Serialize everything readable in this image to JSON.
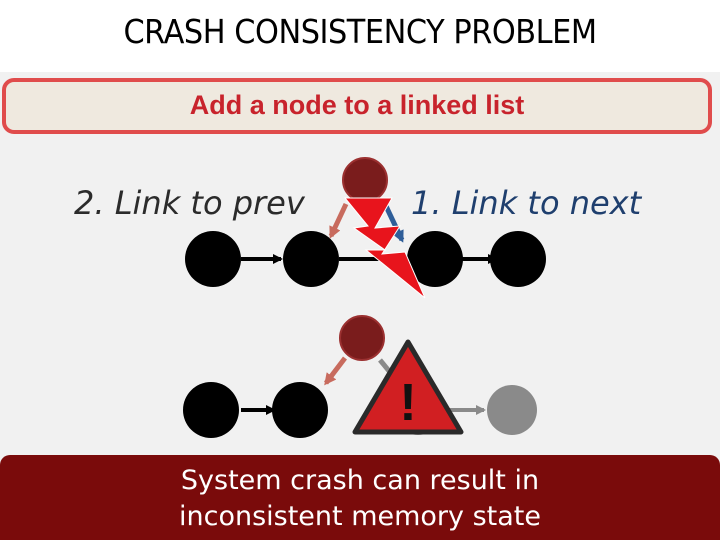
{
  "title": "CRASH CONSISTENCY PROBLEM",
  "subtitle": "Add a node to a linked list",
  "steps": {
    "link_prev": "2. Link to prev",
    "link_next": "1. Link to next"
  },
  "warning_symbol": "!",
  "footer": {
    "line1": "System crash can result in",
    "line2": "inconsistent memory state"
  },
  "colors": {
    "accent_red": "#e04c4c",
    "lightning_red": "#e8141c",
    "new_node": "#7a1c1c",
    "node_black": "#000000",
    "node_gray": "#8a8a8a",
    "prev_link": "#c86b5e",
    "next_link": "#2f5e99",
    "footer_bg": "#7a0b0b"
  },
  "icons": [
    "lightning-icon",
    "warning-triangle-icon"
  ]
}
